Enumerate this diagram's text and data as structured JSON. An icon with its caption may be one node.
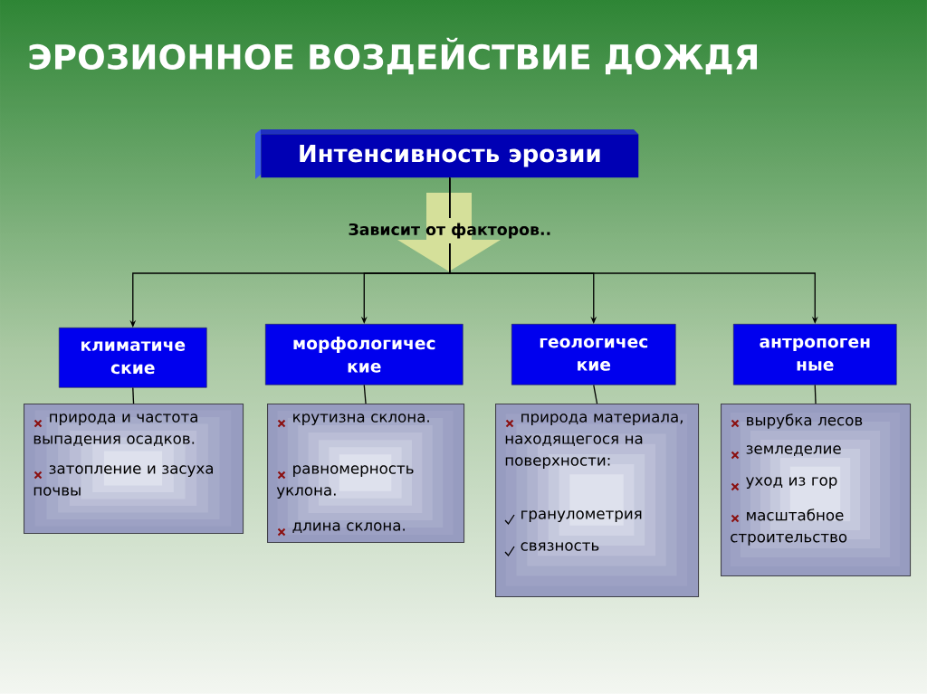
{
  "diagram": {
    "title": "ЭРОЗИОННОЕ ВОЗДЕЙСТВИЕ ДОЖДЯ",
    "nodes": [
      {
        "text": [
          "Интенсивность эрозии"
        ]
      },
      {
        "text": [
          "климатиче ские"
        ]
      },
      {
        "text": [
          "морфологичес кие"
        ]
      },
      {
        "text": [
          "геологичес кие"
        ]
      },
      {
        "text": [
          "антропоген ные"
        ]
      },
      {
        "text": [
          "природа и частота выпадения осадков.",
          "затопление и засуха почвы"
        ]
      },
      {
        "text": [
          "крутизна склона.",
          "равномерность уклона.",
          "длина склона."
        ]
      },
      {
        "text": [
          "природа материала, находящегося на поверхности:",
          "гранулометрия",
          "связность"
        ]
      },
      {
        "text": [
          "вырубка лесов",
          "земледелие",
          "уход из гор",
          "масштабное строительство"
        ]
      }
    ],
    "edges": [
      {
        "from": 0,
        "to": 1,
        "arrow": "to"
      },
      {
        "from": 0,
        "to": 2,
        "arrow": "to"
      },
      {
        "from": 0,
        "to": 3,
        "arrow": "to"
      },
      {
        "from": 0,
        "to": 4,
        "arrow": "to"
      },
      {
        "from": 1,
        "to": 5,
        "arrow": "none"
      },
      {
        "from": 2,
        "to": 6,
        "arrow": "none"
      },
      {
        "from": 3,
        "to": 7,
        "arrow": "none"
      },
      {
        "from": 4,
        "to": 8,
        "arrow": "none"
      }
    ],
    "labels": [
      "Зависит от факторов.."
    ]
  }
}
